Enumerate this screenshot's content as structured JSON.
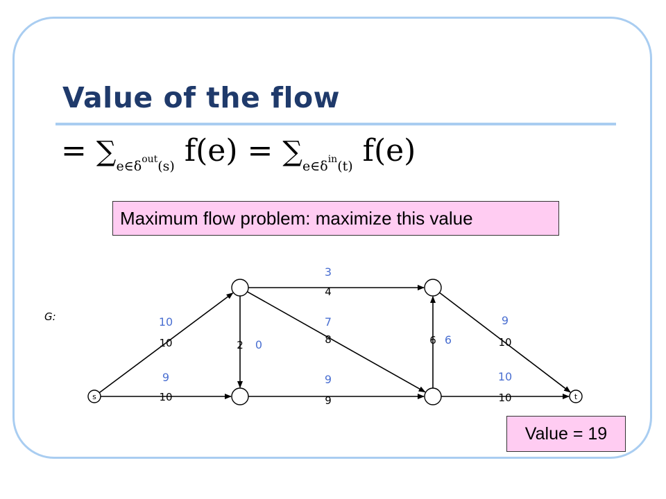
{
  "title": "Value of the flow",
  "formula": {
    "equals": "=",
    "sum_symbol": "∑",
    "left_subscript": "e∈δ",
    "left_superscript": "out",
    "left_arg": "(s)",
    "left_term": "f(e)",
    "right_subscript": "e∈δ",
    "right_superscript": "in",
    "right_arg": "(t)",
    "right_term": "f(e)"
  },
  "callout": "Maximum flow problem: maximize this value",
  "value_label": "Value = 19",
  "graph": {
    "label": "G:",
    "source_label": "s",
    "sink_label": "t",
    "capacity_color": "#000000",
    "flow_color": "#4a6fd1",
    "edges": [
      {
        "from": "s",
        "to": "a",
        "capacity": "10",
        "flow": "10"
      },
      {
        "from": "s",
        "to": "b",
        "capacity": "10",
        "flow": "9"
      },
      {
        "from": "a",
        "to": "b",
        "capacity": "2",
        "flow": "0"
      },
      {
        "from": "a",
        "to": "c",
        "capacity": "4",
        "flow": "3"
      },
      {
        "from": "a",
        "to": "d",
        "capacity": "8",
        "flow": "7"
      },
      {
        "from": "b",
        "to": "d",
        "capacity": "9",
        "flow": "9"
      },
      {
        "from": "d",
        "to": "c",
        "capacity": "6",
        "flow": "6"
      },
      {
        "from": "c",
        "to": "t",
        "capacity": "10",
        "flow": "9"
      },
      {
        "from": "d",
        "to": "t",
        "capacity": "10",
        "flow": "10"
      }
    ]
  }
}
